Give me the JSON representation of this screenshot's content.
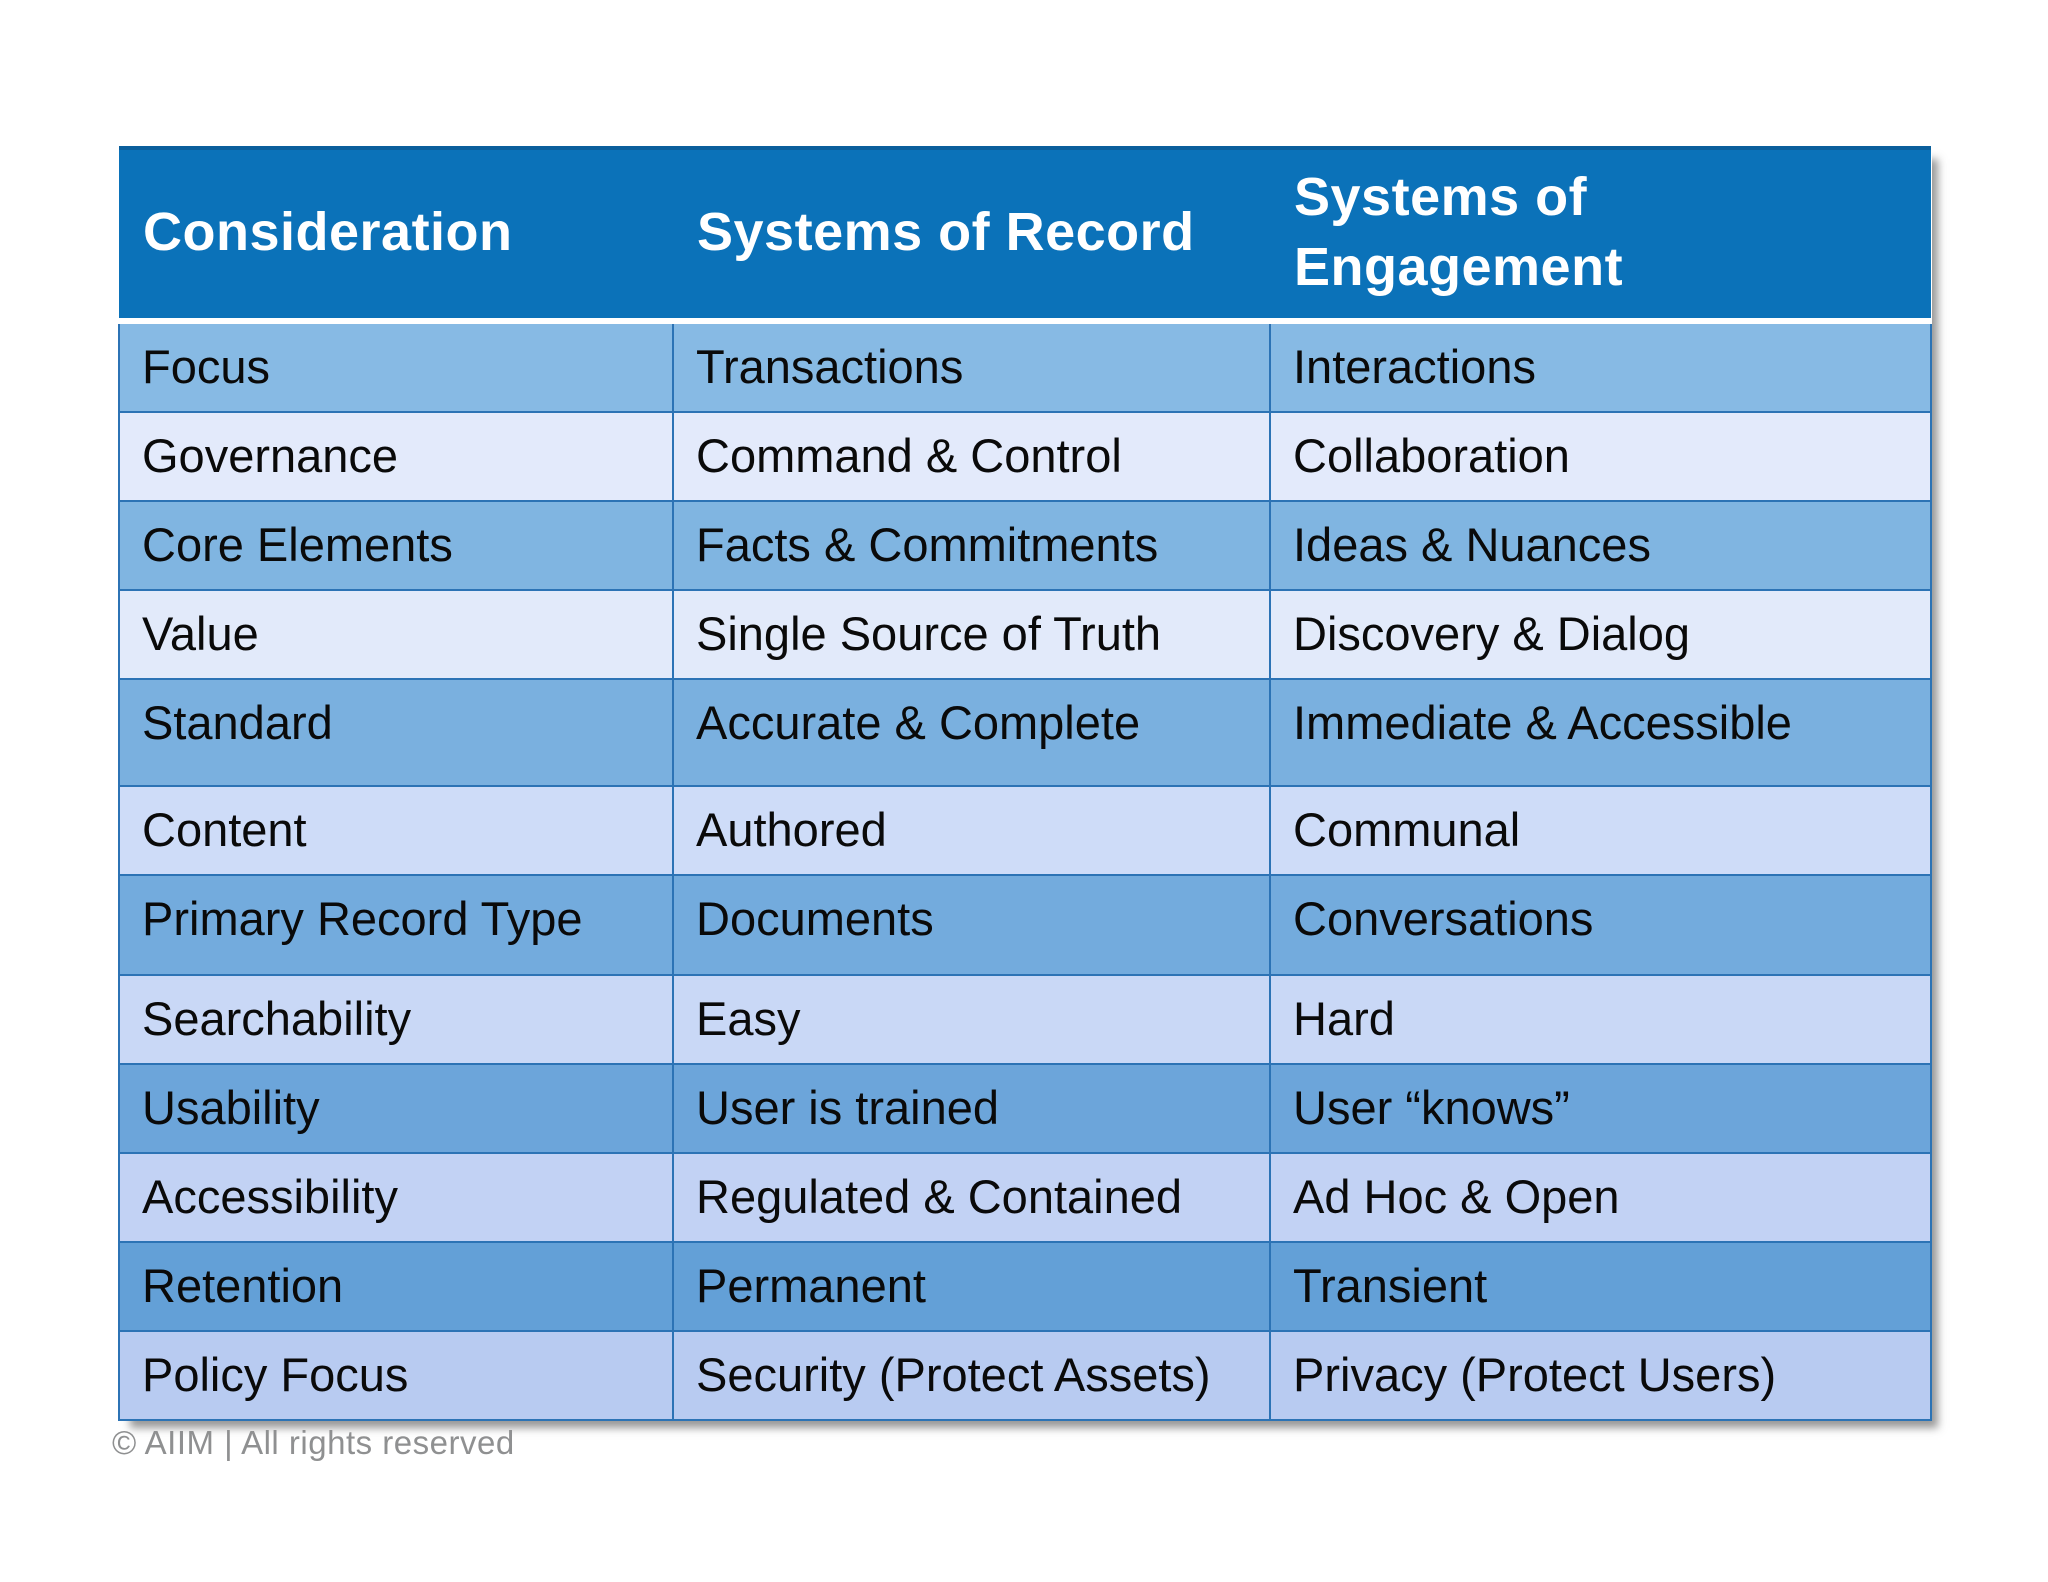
{
  "table": {
    "columns": [
      "Consideration",
      "Systems of Record",
      "Systems of Engagement"
    ],
    "rows": [
      {
        "consideration": "Focus",
        "record": "Transactions",
        "engagement": "Interactions",
        "color": "#87bae4"
      },
      {
        "consideration": "Governance",
        "record": "Command & Control",
        "engagement": "Collaboration",
        "color": "#e3eafb"
      },
      {
        "consideration": "Core Elements",
        "record": "Facts & Commitments",
        "engagement": "Ideas & Nuances",
        "color": "#80b5e1"
      },
      {
        "consideration": "Value",
        "record": "Single Source of Truth",
        "engagement": "Discovery & Dialog",
        "color": "#e2eafa"
      },
      {
        "consideration": "Standard",
        "record": "Accurate & Complete",
        "engagement": "Immediate & Accessible",
        "color": "#7ab0df"
      },
      {
        "consideration": "Content",
        "record": "Authored",
        "engagement": "Communal",
        "color": "#cedcf8"
      },
      {
        "consideration": "Primary Record Type",
        "record": "Documents",
        "engagement": "Conversations",
        "color": "#73abdd"
      },
      {
        "consideration": "Searchability",
        "record": "Easy",
        "engagement": "Hard",
        "color": "#c9d8f6"
      },
      {
        "consideration": "Usability",
        "record": "User is trained",
        "engagement": "User “knows”",
        "color": "#6ca5da"
      },
      {
        "consideration": "Accessibility",
        "record": "Regulated & Contained",
        "engagement": "Ad Hoc & Open",
        "color": "#c2d2f4"
      },
      {
        "consideration": "Retention",
        "record": "Permanent",
        "engagement": "Transient",
        "color": "#63a0d7"
      },
      {
        "consideration": "Policy Focus",
        "record": "Security (Protect Assets)",
        "engagement": "Privacy (Protect Users)",
        "color": "#b8cbf1"
      }
    ]
  },
  "footer": {
    "copyright": "© AIIM | All rights reserved"
  },
  "colors": {
    "header_bg": "#0b72b9",
    "header_top_edge": "#0a5f9c",
    "cell_border": "#2c73b5",
    "body_text": "#0a0a0a",
    "header_text": "#ffffff",
    "footer_text": "#8f9091",
    "page_bg": "#ffffff"
  }
}
